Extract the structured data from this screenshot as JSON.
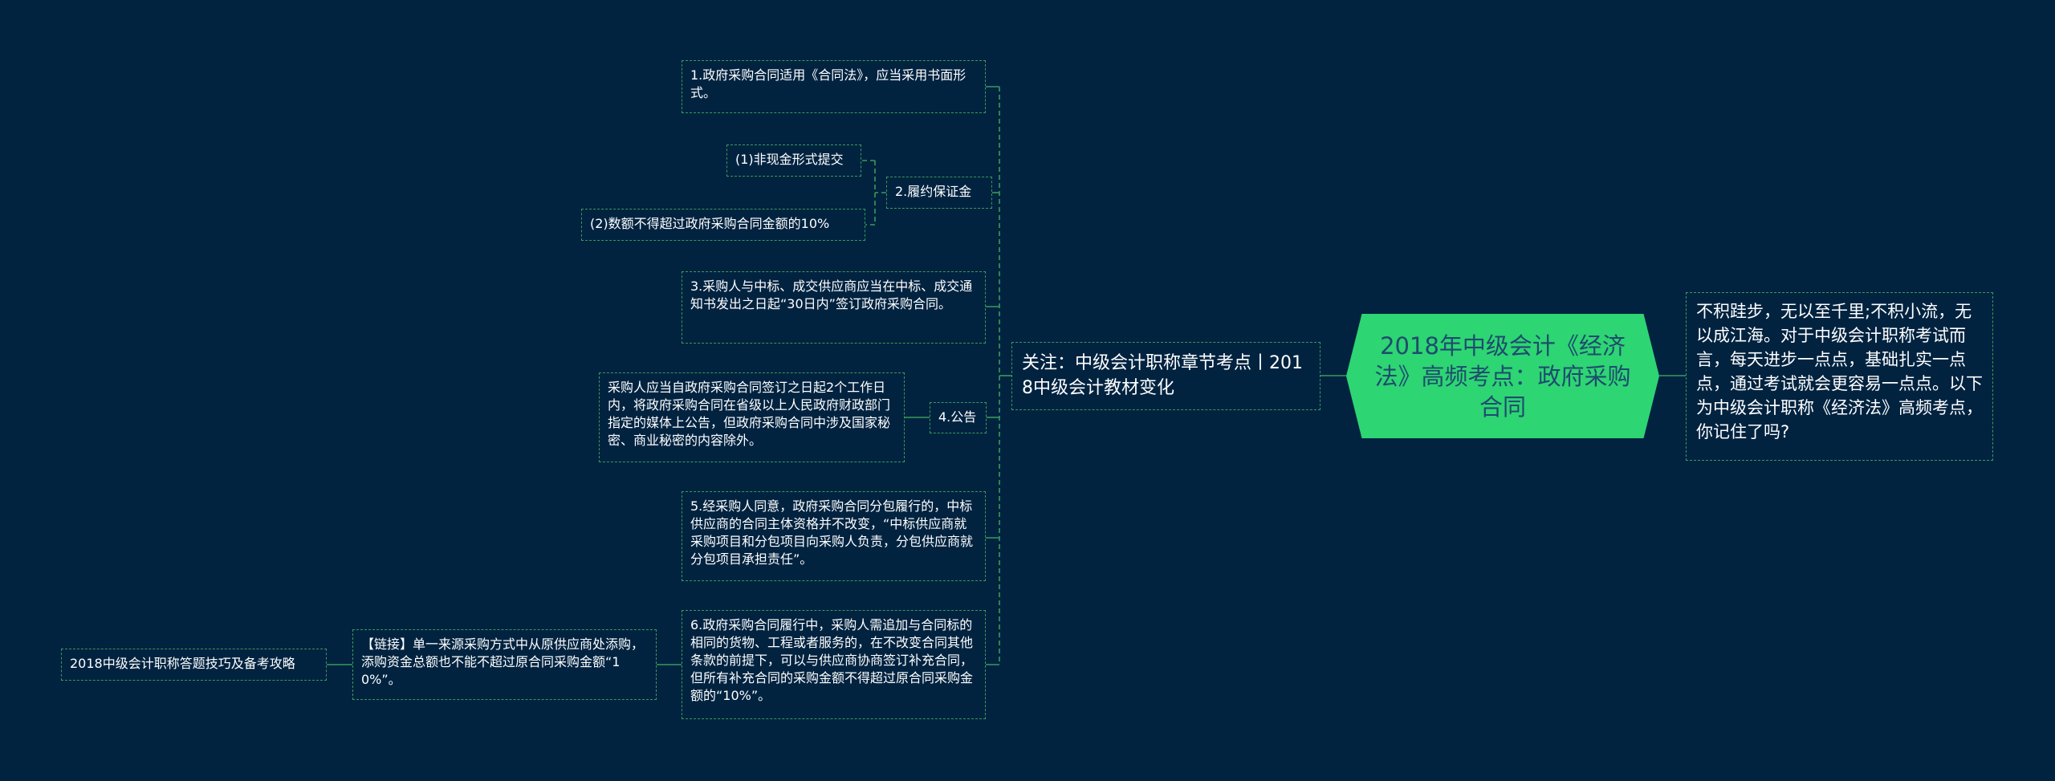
{
  "root": {
    "title": "2018年中级会计《经济法》高频考点：政府采购合同"
  },
  "right": {
    "text": "不积跬步，无以至千里;不积小流，无以成江海。对于中级会计职称考试而言，每天进步一点点，基础扎实一点点，通过考试就会更容易一点点。以下为中级会计职称《经济法》高频考点，你记住了吗?"
  },
  "hub": {
    "text": "关注：中级会计职称章节考点丨2018中级会计教材变化"
  },
  "items": {
    "n1": "1.政府采购合同适用《合同法》，应当采用书面形式。",
    "n2": "2.履约保证金",
    "n2a": "(1)非现金形式提交",
    "n2b": "(2)数额不得超过政府采购合同金额的10%",
    "n3": "3.采购人与中标、成交供应商应当在中标、成交通知书发出之日起“30日内”签订政府采购合同。",
    "n4": "4.公告",
    "n4a": "采购人应当自政府采购合同签订之日起2个工作日内，将政府采购合同在省级以上人民政府财政部门指定的媒体上公告，但政府采购合同中涉及国家秘密、商业秘密的内容除外。",
    "n5": "5.经采购人同意，政府采购合同分包履行的，中标供应商的合同主体资格并不改变，“中标供应商就采购项目和分包项目向采购人负责，分包供应商就分包项目承担责任”。",
    "n6": "6.政府采购合同履行中，采购人需追加与合同标的相同的货物、工程或者服务的，在不改变合同其他条款的前提下，可以与供应商协商签订补充合同，但所有补充合同的采购金额不得超过原合同采购金额的“10%”。",
    "n6a": "【链接】单一来源采购方式中从原供应商处添购，添购资金总额也不能不超过原合同采购金额“10%”。",
    "n6b": "2018中级会计职称答题技巧及备考攻略"
  }
}
